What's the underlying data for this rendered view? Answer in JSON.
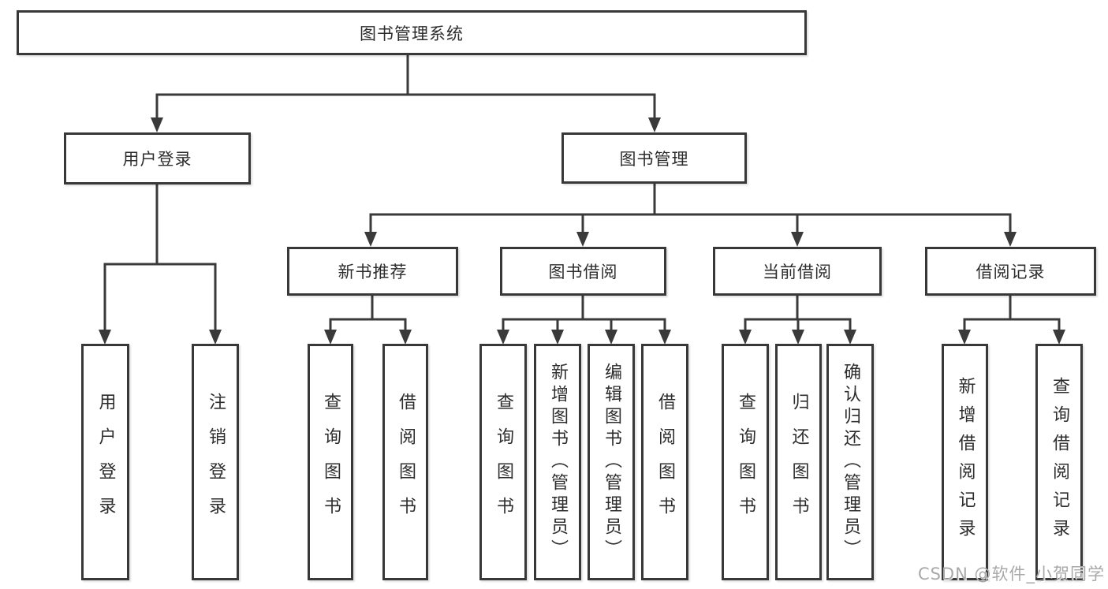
{
  "tree": {
    "label": "图书管理系统",
    "children": [
      {
        "label": "用户登录",
        "children": [
          {
            "label": "用户登录"
          },
          {
            "label": "注销登录"
          }
        ]
      },
      {
        "label": "图书管理",
        "children": [
          {
            "label": "新书推荐",
            "children": [
              {
                "label": "查询图书"
              },
              {
                "label": "借阅图书"
              }
            ]
          },
          {
            "label": "图书借阅",
            "children": [
              {
                "label": "查询图书"
              },
              {
                "label": "新增图书（管理员）"
              },
              {
                "label": "编辑图书（管理员）"
              },
              {
                "label": "借阅图书"
              }
            ]
          },
          {
            "label": "当前借阅",
            "children": [
              {
                "label": "查询图书"
              },
              {
                "label": "归还图书"
              },
              {
                "label": "确认归还（管理员）"
              }
            ]
          },
          {
            "label": "借阅记录",
            "children": [
              {
                "label": "新增借阅记录"
              },
              {
                "label": "查询借阅记录"
              }
            ]
          }
        ]
      }
    ]
  },
  "watermark": {
    "text": "CSDN @软件_小贺同学"
  },
  "colors": {
    "line": "#3a3a3a",
    "border": "#383838",
    "text": "#2d2d2d",
    "watermark": "#a9a9a9",
    "background": "#ffffff"
  }
}
